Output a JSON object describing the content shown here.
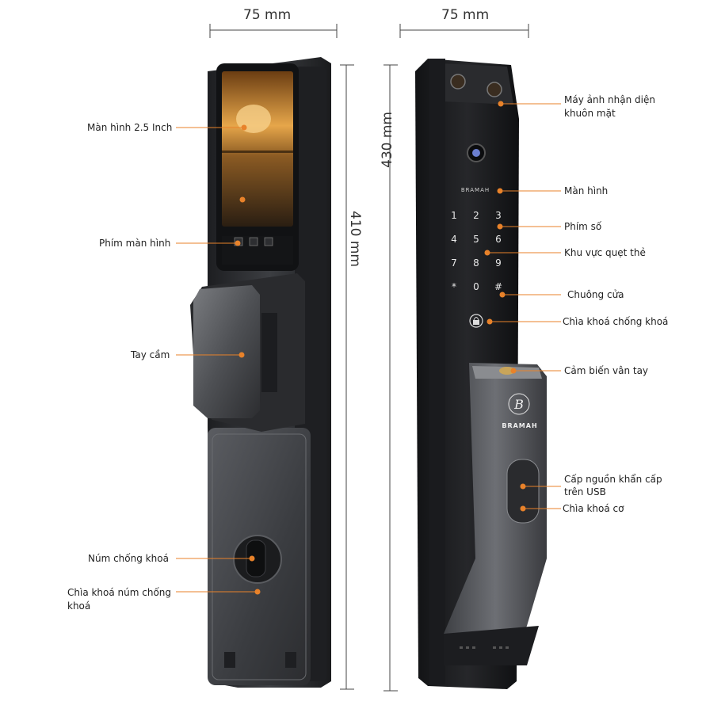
{
  "dimensions": {
    "left_width": "75 mm",
    "right_width": "75 mm",
    "left_height": "410 mm",
    "right_height": "430 mm"
  },
  "brand": "BRAMAH",
  "brand_logo_letter": "B",
  "keypad": [
    "1",
    "2",
    "3",
    "4",
    "5",
    "6",
    "7",
    "8",
    "9",
    "*",
    "0",
    "#"
  ],
  "left_labels": {
    "screen": "Màn hình 2.5 Inch",
    "screen_keys": "Phím màn hình",
    "handle": "Tay cầm",
    "anti_lock_knob": "Núm chống khoá",
    "knob_key_line1": "Chìa khoá núm chống",
    "knob_key_line2": "khoá"
  },
  "right_labels": {
    "face_camera_line1": "Máy ảnh nhận diện",
    "face_camera_line2": "khuôn mặt",
    "display": "Màn hình",
    "number_keys": "Phím số",
    "card_area": "Khu vực quẹt thẻ",
    "doorbell": "Chuông cửa",
    "anti_lock_key": "Chìa khoá chống khoá",
    "fingerprint": "Cảm biến vân tay",
    "usb_line1": "Cấp nguồn khẩn cấp",
    "usb_line2": "trên USB",
    "mech_key": "Chìa khoá cơ"
  },
  "colors": {
    "accent": "#e8822a",
    "body_dark": "#2a2b2e",
    "body_mid": "#4a4c50",
    "dim_line": "#444444"
  }
}
